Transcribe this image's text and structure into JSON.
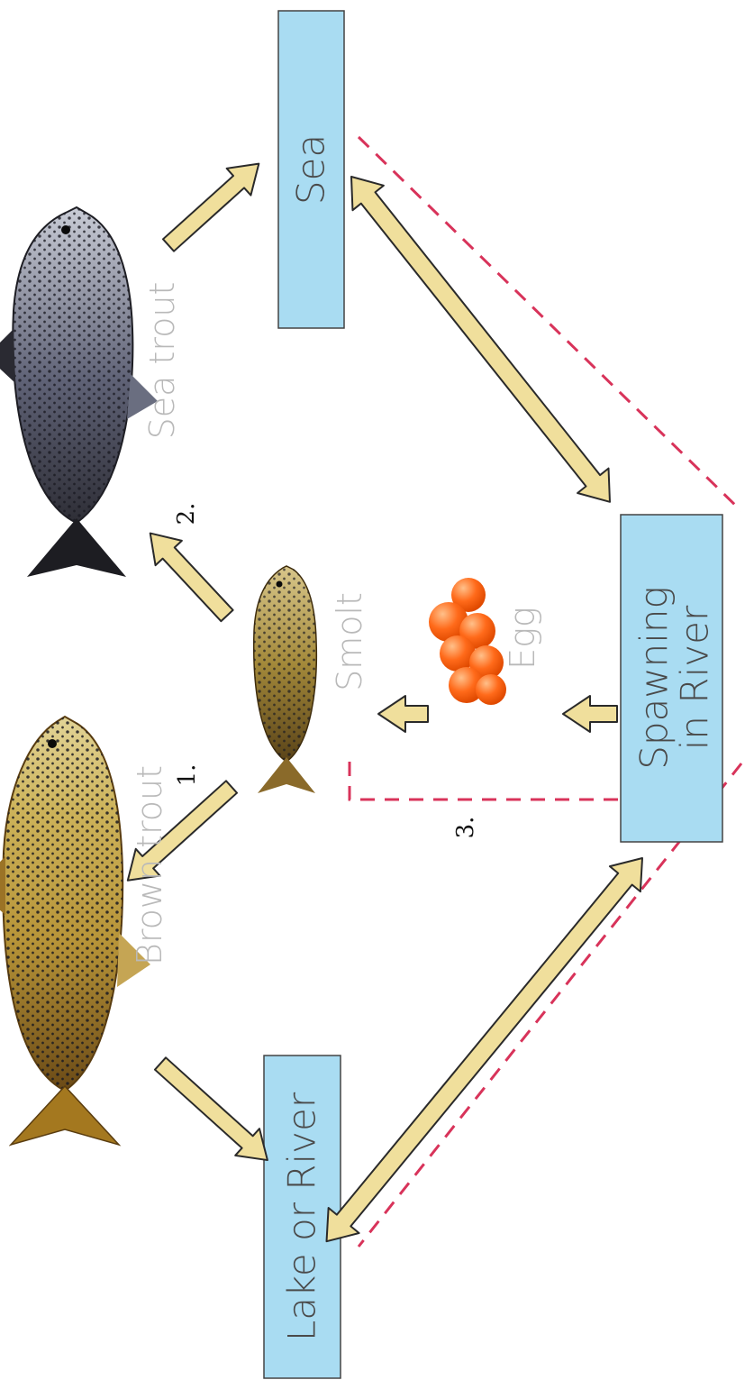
{
  "boxes": {
    "sea": "Sea",
    "spawning_line1": "Spawning",
    "spawning_line2": "in River",
    "lake": "Lake or River"
  },
  "labels": {
    "sea_trout": "Sea trout",
    "brown_trout": "Brown trout",
    "smolt": "Smolt",
    "egg": "Egg"
  },
  "numbers": {
    "n1": "1.",
    "n2": "2.",
    "n3": "3."
  },
  "colors": {
    "box_fill": "#a9dcf2",
    "arrow_fill": "#f0df9c",
    "dashed_line": "#d8335a",
    "egg": "#ff6a1a"
  }
}
